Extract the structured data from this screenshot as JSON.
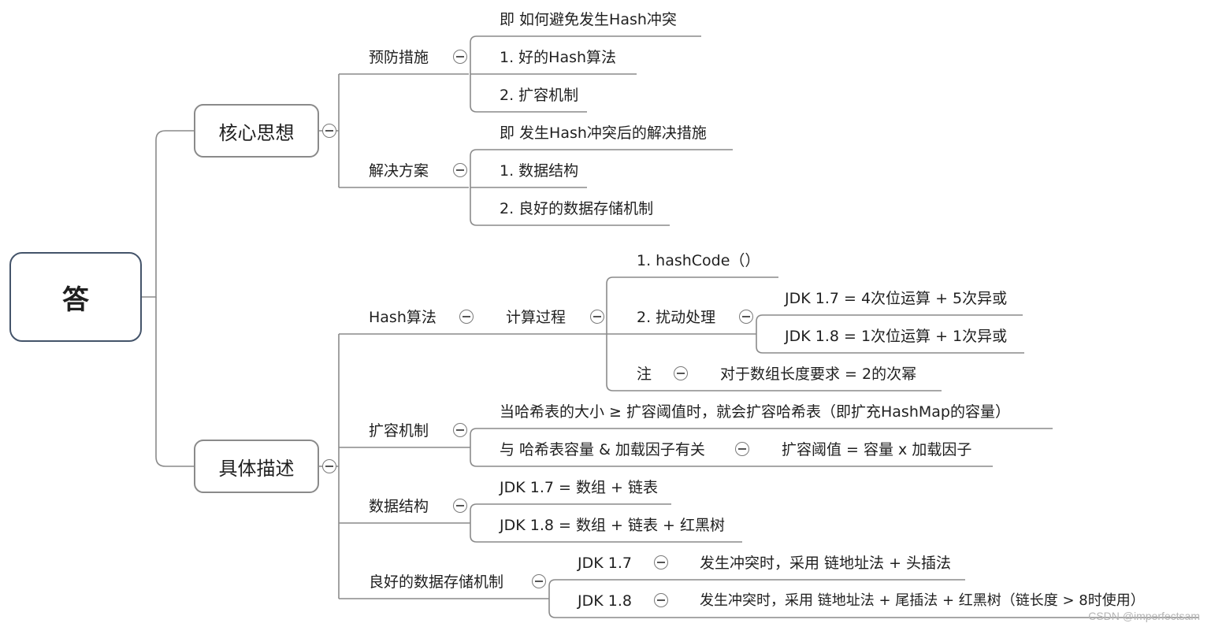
{
  "root": "答",
  "branches": {
    "core": {
      "label": "核心思想",
      "prevention": {
        "label": "预防措施",
        "note": "即 如何避免发生Hash冲突",
        "items": [
          "1. 好的Hash算法",
          "2. 扩容机制"
        ]
      },
      "solution": {
        "label": "解决方案",
        "note": "即 发生Hash冲突后的解决措施",
        "items": [
          "1. 数据结构",
          "2. 良好的数据存储机制"
        ]
      }
    },
    "detail": {
      "label": "具体描述",
      "hash": {
        "label": "Hash算法",
        "process": "计算过程",
        "step1": "1. hashCode（）",
        "step2": "2. 扰动处理",
        "jdk17": "JDK 1.7 = 4次位运算 + 5次异或",
        "jdk18": "JDK 1.8 = 1次位运算 + 1次异或",
        "note_label": "注",
        "note_text": "对于数组长度要求 = 2的次幂"
      },
      "resize": {
        "label": "扩容机制",
        "desc": "当哈希表的大小 ≥ 扩容阈值时，就会扩容哈希表（即扩充HashMap的容量）",
        "related": "与 哈希表容量 & 加载因子有关",
        "threshold": "扩容阈值 = 容量 x 加载因子"
      },
      "structure": {
        "label": "数据结构",
        "jdk17": "JDK 1.7 = 数组 + 链表",
        "jdk18": "JDK 1.8 =  数组 + 链表 + 红黑树"
      },
      "storage": {
        "label": "良好的数据存储机制",
        "jdk17": "JDK 1.7",
        "jdk17_desc": "发生冲突时，采用 链地址法 + 头插法",
        "jdk18": "JDK 1.8",
        "jdk18_desc": "发生冲突时，采用 链地址法 + 尾插法 + 红黑树（链长度 > 8时使用）"
      }
    }
  },
  "watermark": "CSDN @imperfectsam",
  "colors": {
    "line": "#8a8a8a",
    "root_border": "#44546a",
    "text": "#1f1f1f"
  }
}
